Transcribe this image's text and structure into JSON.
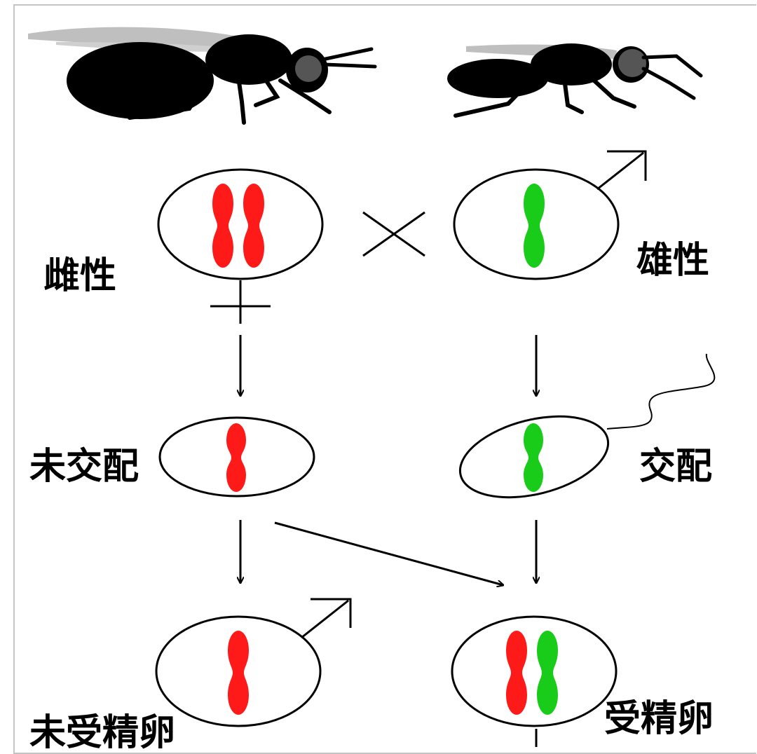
{
  "labels": {
    "female": "雌性",
    "male": "雄性",
    "unmated": "未交配",
    "mated": "交配",
    "unfertilized_egg": "未受精卵",
    "fertilized_egg": "受精卵"
  },
  "colors": {
    "female_chromosome": "#ff1a1a",
    "male_chromosome": "#19cc19",
    "silhouette": "#000000",
    "wing": "#bfbfbf",
    "eye": "#555555"
  },
  "icons": {
    "female_symbol": "venus-icon",
    "male_symbol": "mars-icon",
    "cross_symbol": "cross-icon",
    "sperm": "sperm-icon"
  }
}
